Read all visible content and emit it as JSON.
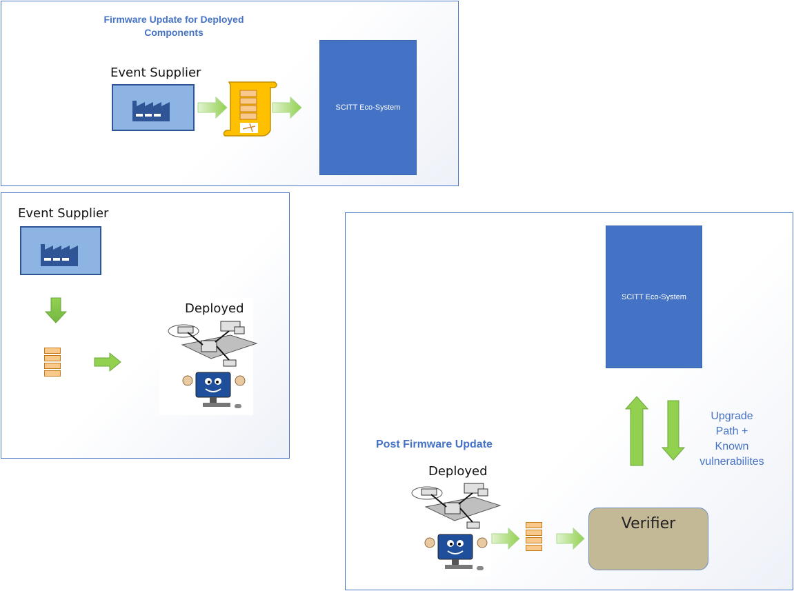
{
  "top_panel": {
    "title_line1": "Firmware Update for Deployed",
    "title_line2": "Components",
    "supplier_label": "Event Supplier",
    "scitt_label": "SCITT Eco-System"
  },
  "left_panel": {
    "supplier_label": "Event Supplier",
    "deployed_label": "Deployed"
  },
  "right_panel": {
    "scitt_label": "SCITT Eco-System",
    "upgrade_line1": "Upgrade",
    "upgrade_line2": "Path +",
    "upgrade_line3": "Known",
    "upgrade_line4": "vulnerabilites",
    "post_title": "Post Firmware Update",
    "deployed_label": "Deployed",
    "verifier_label": "Verifier"
  },
  "colors": {
    "panel_border": "#4472c4",
    "scitt_fill": "#4472c4",
    "arrow_green": "#92d050",
    "factory_fill": "#8eb4e3",
    "stack_fill": "#f9c98b",
    "scroll_fill": "#ffc000",
    "verifier_fill": "#c4b996"
  },
  "icons": [
    "factory-icon",
    "scroll-icon",
    "green-arrow-icon",
    "network-devices-icon",
    "computer-mascot-icon",
    "data-stack-icon"
  ]
}
